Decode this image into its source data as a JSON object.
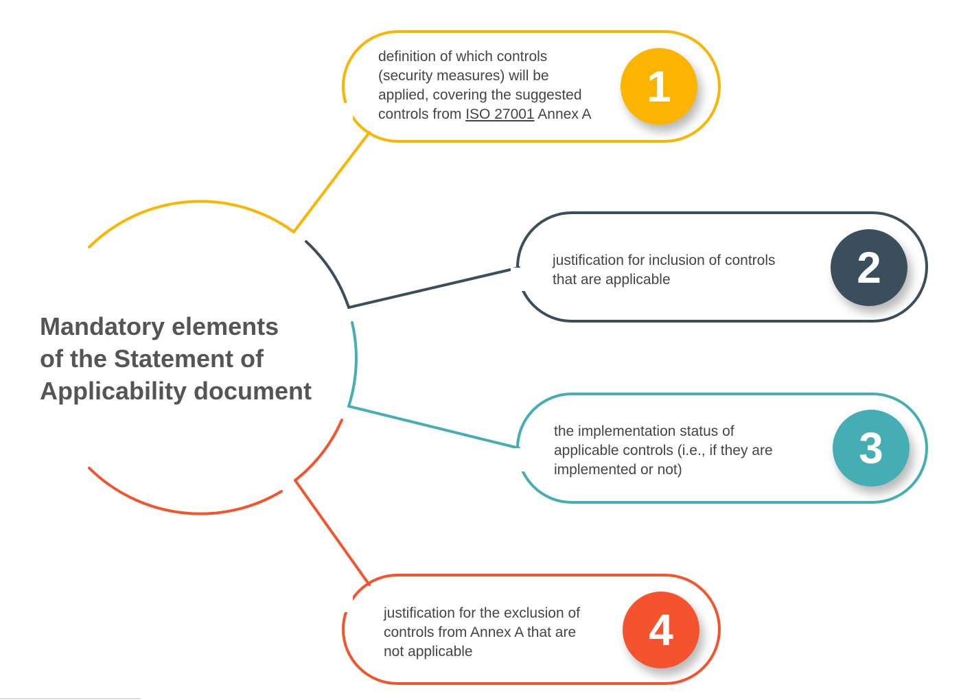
{
  "title": {
    "line1": "Mandatory elements",
    "line2": "of the Statement of",
    "line3": "Applicability document"
  },
  "items": [
    {
      "number": "1",
      "color": "#FBB400",
      "lines": [
        "definition of which controls",
        "(security measures) will be",
        "applied, covering the suggested"
      ],
      "last_line_prefix": "controls from ",
      "last_line_link": "ISO 27001",
      "last_line_suffix": " Annex A"
    },
    {
      "number": "2",
      "color": "#3A4E5C",
      "lines": [
        "justification for inclusion of controls",
        "that are applicable"
      ]
    },
    {
      "number": "3",
      "color": "#45AEB4",
      "lines": [
        "the implementation status of",
        "applicable controls (i.e., if they are",
        "implemented or not)"
      ]
    },
    {
      "number": "4",
      "color": "#F5532D",
      "lines": [
        "justification for the exclusion of",
        "controls from Annex A that are",
        "not applicable"
      ]
    }
  ]
}
